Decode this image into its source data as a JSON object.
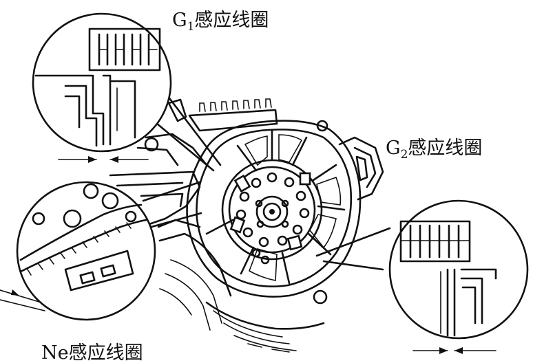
{
  "labels": {
    "g1": {
      "main": "G",
      "sub": "1",
      "text": "感应线圈"
    },
    "g2": {
      "main": "G",
      "sub": "2",
      "text": "感应线圈"
    },
    "ne": {
      "text": "Ne感应线圈"
    }
  }
}
